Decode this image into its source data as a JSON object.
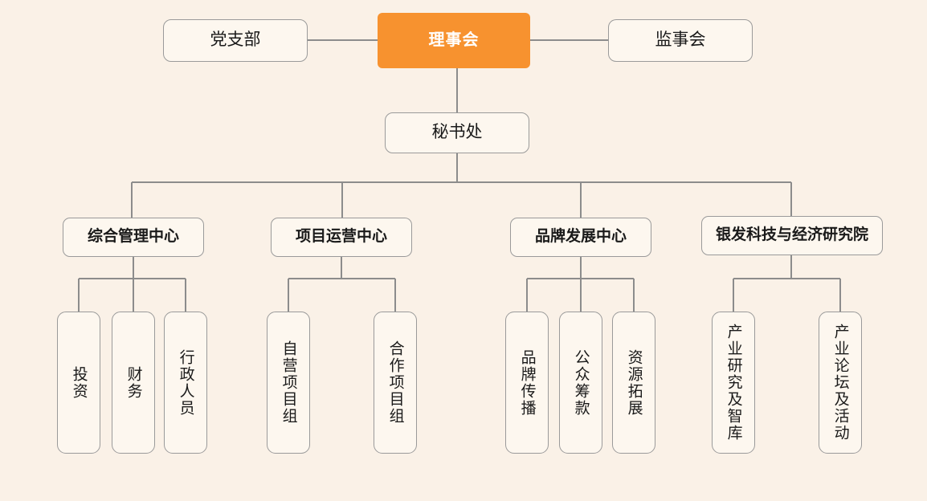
{
  "diagram": {
    "title": "组织架构图",
    "background_color": "#faf1e7",
    "node_fill_color": "#fdf7ef",
    "node_border_color": "#9a9a9a",
    "accent_color": "#f7922f",
    "connector_color": "#8c8c8c"
  },
  "nodes": {
    "party_branch": {
      "label": "党支部"
    },
    "board": {
      "label": "理事会"
    },
    "supervisory": {
      "label": "监事会"
    },
    "secretariat": {
      "label": "秘书处"
    },
    "dept_admin": {
      "label": "综合管理中心"
    },
    "dept_project": {
      "label": "项目运营中心"
    },
    "dept_brand": {
      "label": "品牌发展中心"
    },
    "dept_research": {
      "label": "银发科技与经济研究院"
    },
    "leaf_investment": {
      "label": "投资"
    },
    "leaf_finance": {
      "label": "财务"
    },
    "leaf_administrative": {
      "label": "行政人员"
    },
    "leaf_self_operated": {
      "label": "自营项目组"
    },
    "leaf_cooperative": {
      "label": "合作项目组"
    },
    "leaf_brand_comm": {
      "label": "品牌传播"
    },
    "leaf_fundraising": {
      "label": "公众筹款"
    },
    "leaf_resources": {
      "label": "资源拓展"
    },
    "leaf_industry_research": {
      "label": "产业研究及智库"
    },
    "leaf_industry_forum": {
      "label": "产业论坛及活动"
    }
  }
}
